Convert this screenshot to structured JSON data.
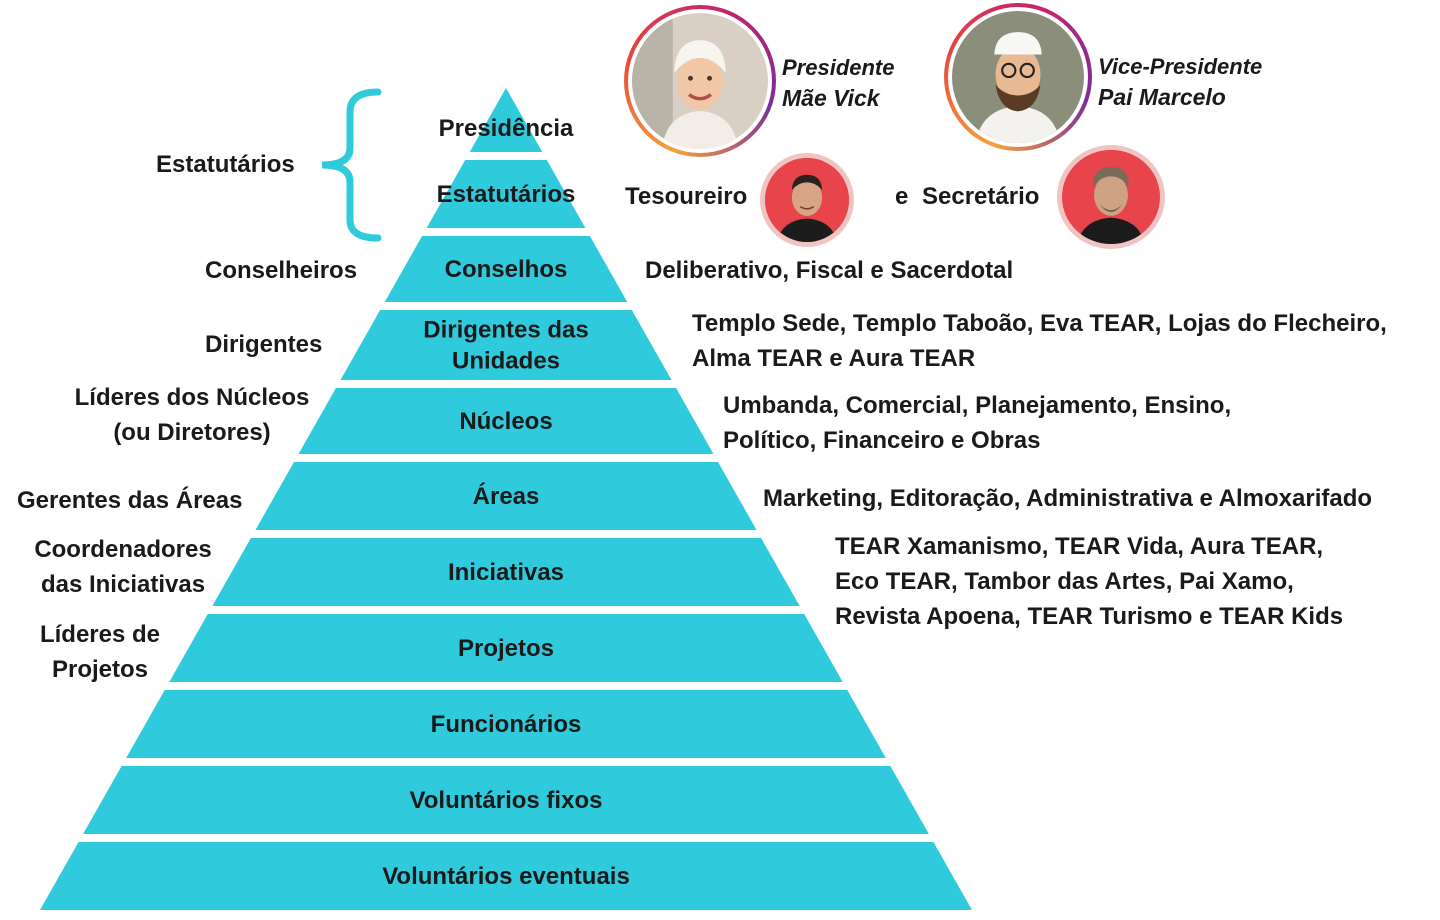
{
  "pyramid": {
    "tiers": [
      "Presidência",
      "Estatutários",
      "Conselhos",
      [
        "Dirigentes das",
        "Unidades"
      ],
      "Núcleos",
      "Áreas",
      "Iniciativas",
      "Projetos",
      "Funcionários",
      "Voluntários fixos",
      "Voluntários eventuais"
    ],
    "color": "#2fcbdc",
    "bracket_color": "#2fcbdc"
  },
  "left_labels": {
    "estatutarios": "Estatutários",
    "conselheiros": "Conselheiros",
    "dirigentes": "Dirigentes",
    "lideres_nucleos_1": "Líderes dos Núcleos",
    "lideres_nucleos_2": "(ou Diretores)",
    "gerentes": "Gerentes das Áreas",
    "coordenadores_1": "Coordenadores",
    "coordenadores_2": "das Iniciativas",
    "lideres_projetos_1": "Líderes de",
    "lideres_projetos_2": "Projetos"
  },
  "right_labels": {
    "presidente_role": "Presidente",
    "presidente_name": "Mãe Vick",
    "vice_role": "Vice-Presidente",
    "vice_name": "Pai Marcelo",
    "tesoureiro": "Tesoureiro",
    "e": "e",
    "secretario": "Secretário",
    "conselhos": "Deliberativo, Fiscal e Sacerdotal",
    "unidades_1": "Templo Sede, Templo Taboão, Eva TEAR, Lojas do Flecheiro,",
    "unidades_2": "Alma TEAR e Aura TEAR",
    "nucleos_1": "Umbanda, Comercial, Planejamento, Ensino,",
    "nucleos_2": "Político, Financeiro  e Obras",
    "areas": "Marketing, Editoração, Administrativa e Almoxarifado",
    "iniciativas_1": "TEAR Xamanismo, TEAR Vida, Aura TEAR,",
    "iniciativas_2": "Eco TEAR, Tambor das Artes, Pai Xamo,",
    "iniciativas_3": "Revista Apoena, TEAR Turismo e TEAR Kids"
  }
}
